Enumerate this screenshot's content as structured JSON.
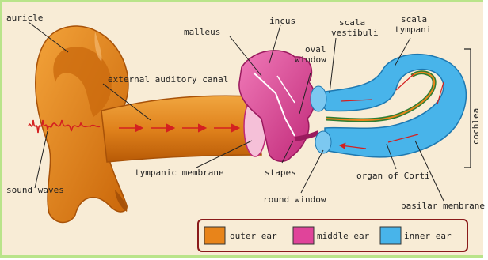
{
  "labels": {
    "auricle": "auricle",
    "incus": "incus",
    "scala_vestibuli_line1": "scala",
    "scala_vestibuli_line2": "vestibuli",
    "scala_tympani_line1": "scala",
    "scala_tympani_line2": "tympani",
    "malleus": "malleus",
    "oval_window_line1": "oval",
    "oval_window_line2": "window",
    "external_auditory_canal": "external auditory canal",
    "cochlea": "cochlea",
    "tympanic_membrane": "tympanic membrane",
    "stapes": "stapes",
    "organ_of_corti": "organ of Corti",
    "sound_waves": "sound waves",
    "round_window": "round window",
    "basilar_membrane": "basilar membrane"
  },
  "legend": [
    {
      "label": "outer ear",
      "color": "#e8841a"
    },
    {
      "label": "middle ear",
      "color": "#e0449a"
    },
    {
      "label": "inner ear",
      "color": "#48b4ea"
    }
  ],
  "colors": {
    "outer_ear": "#e8841a",
    "middle_ear": "#e0449a",
    "inner_ear": "#48b4ea",
    "sound": "#d42020",
    "background": "#f8ecd6",
    "border": "#b9e48a"
  }
}
